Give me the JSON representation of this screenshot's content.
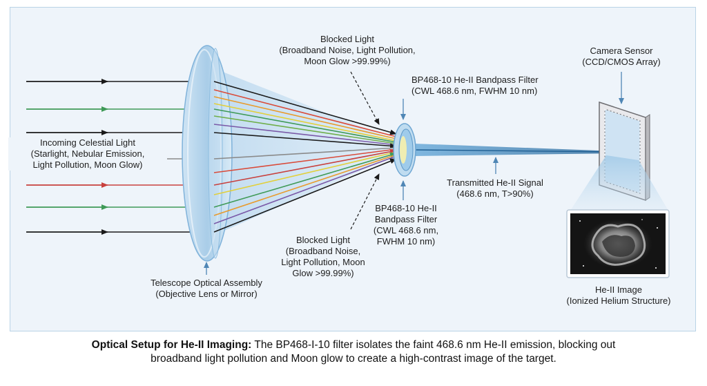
{
  "labels": {
    "incoming": [
      "Incoming Celestial Light",
      "(Starlight, Nebular Emission,",
      "Light Pollution, Moon Glow)"
    ],
    "blocked_top": [
      "Blocked Light",
      "(Broadband Noise, Light Pollution,",
      "Moon Glow >99.99%)"
    ],
    "filter_top": [
      "BP468-10 He-II Bandpass Filter",
      "(CWL 468.6 nm, FWHM 10 nm)"
    ],
    "camera": [
      "Camera Sensor",
      "(CCD/CMOS Array)"
    ],
    "transmitted": [
      "Transmitted He-II Signal",
      "(468.6 nm, T>90%)"
    ],
    "filter_bottom": [
      "BP468-10 He-II",
      "Bandpass Filter",
      "(CWL 468.6 nm,",
      "FWHM 10 nm)"
    ],
    "blocked_bottom": [
      "Blocked Light",
      "(Broadband Noise,",
      "Light Pollution, Moon",
      "Glow >99.99%)"
    ],
    "telescope": [
      "Telescope Optical Assembly",
      "(Objective Lens or Mirror)"
    ],
    "heii_image": [
      "He-II Image",
      "(Ionized Helium Structure)"
    ]
  },
  "caption": {
    "bold": "Optical Setup for He-II Imaging:",
    "line1": " The BP468-I-10 filter isolates the faint 468.6 nm He-II emission, blocking out",
    "line2": "broadband light pollution and Moon glow to create a high-contrast image of the target."
  },
  "colors": {
    "frame_border": "#b9d3e6",
    "frame_bg": "#eef4fa",
    "ray_black": "#1a1a1a",
    "ray_green": "#3f9a57",
    "ray_red": "#c8403d",
    "ray_gray": "#8a8a8a",
    "signal_blue": "#2f7fb8",
    "lens_blue": "#a9cde8"
  }
}
